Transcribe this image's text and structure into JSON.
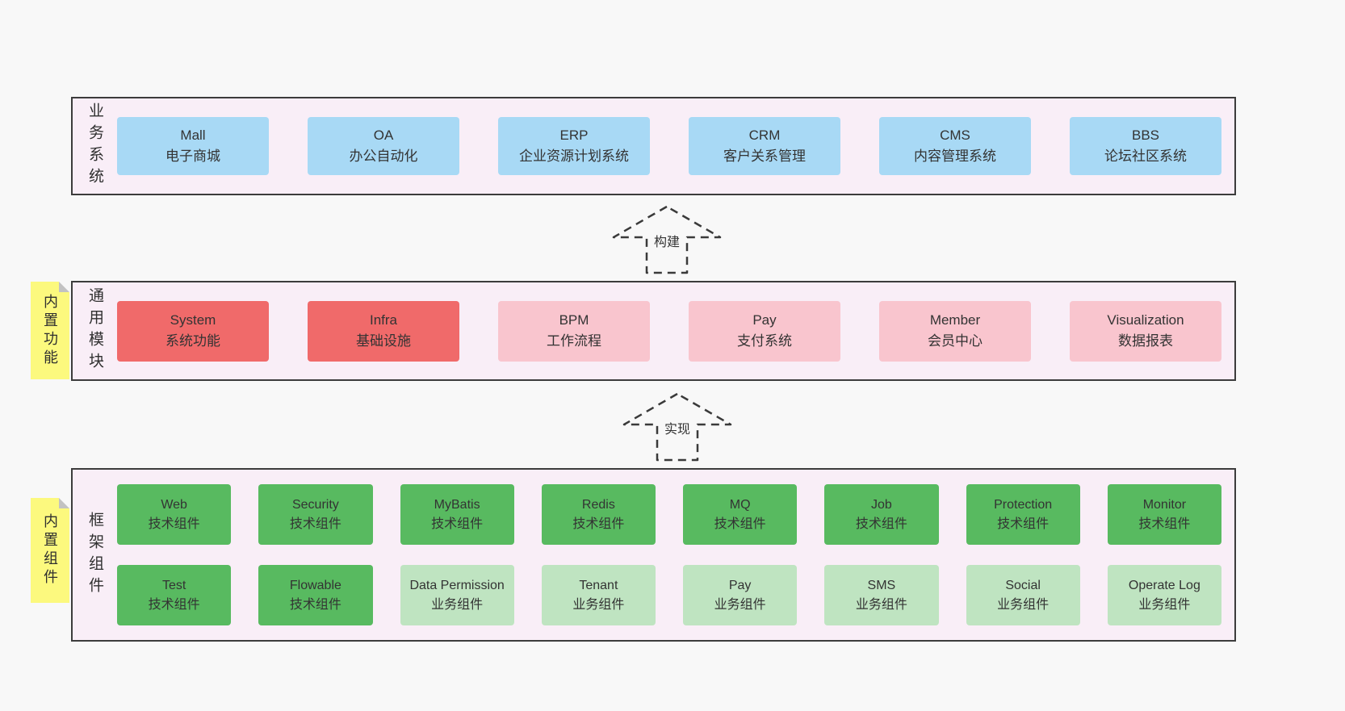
{
  "page": {
    "background": "#f8f8f8"
  },
  "colors": {
    "band_background": "#f9eef7",
    "band_border": "#3c3c3c",
    "blue_box": "#a8d9f5",
    "red_box": "#f06a6a",
    "pink_box": "#f9c5ce",
    "green_dark_box": "#58ba60",
    "green_light_box": "#bfe4c1",
    "sticky_yellow": "#fcf97e",
    "text": "#333333"
  },
  "arrows": [
    {
      "label": "构建"
    },
    {
      "label": "实现"
    }
  ],
  "bands": [
    {
      "label": "业务系统",
      "boxes": [
        {
          "name": "Mall",
          "sub": "电子商城",
          "variant": "blue"
        },
        {
          "name": "OA",
          "sub": "办公自动化",
          "variant": "blue"
        },
        {
          "name": "ERP",
          "sub": "企业资源计划系统",
          "variant": "blue"
        },
        {
          "name": "CRM",
          "sub": "客户关系管理",
          "variant": "blue"
        },
        {
          "name": "CMS",
          "sub": "内容管理系统",
          "variant": "blue"
        },
        {
          "name": "BBS",
          "sub": "论坛社区系统",
          "variant": "blue"
        }
      ]
    },
    {
      "label": "通用模块",
      "sticky": "内置功能",
      "boxes": [
        {
          "name": "System",
          "sub": "系统功能",
          "variant": "red"
        },
        {
          "name": "Infra",
          "sub": "基础设施",
          "variant": "red"
        },
        {
          "name": "BPM",
          "sub": "工作流程",
          "variant": "pink"
        },
        {
          "name": "Pay",
          "sub": "支付系统",
          "variant": "pink"
        },
        {
          "name": "Member",
          "sub": "会员中心",
          "variant": "pink"
        },
        {
          "name": "Visualization",
          "sub": "数据报表",
          "variant": "pink"
        }
      ]
    },
    {
      "label": "框架组件",
      "sticky": "内置组件",
      "rows": [
        [
          {
            "name": "Web",
            "sub": "技术组件",
            "variant": "green-dark"
          },
          {
            "name": "Security",
            "sub": "技术组件",
            "variant": "green-dark"
          },
          {
            "name": "MyBatis",
            "sub": "技术组件",
            "variant": "green-dark"
          },
          {
            "name": "Redis",
            "sub": "技术组件",
            "variant": "green-dark"
          },
          {
            "name": "MQ",
            "sub": "技术组件",
            "variant": "green-dark"
          },
          {
            "name": "Job",
            "sub": "技术组件",
            "variant": "green-dark"
          },
          {
            "name": "Protection",
            "sub": "技术组件",
            "variant": "green-dark"
          },
          {
            "name": "Monitor",
            "sub": "技术组件",
            "variant": "green-dark"
          }
        ],
        [
          {
            "name": "Test",
            "sub": "技术组件",
            "variant": "green-dark"
          },
          {
            "name": "Flowable",
            "sub": "技术组件",
            "variant": "green-dark"
          },
          {
            "name": "Data Permission",
            "sub": "业务组件",
            "variant": "green-light"
          },
          {
            "name": "Tenant",
            "sub": "业务组件",
            "variant": "green-light"
          },
          {
            "name": "Pay",
            "sub": "业务组件",
            "variant": "green-light"
          },
          {
            "name": "SMS",
            "sub": "业务组件",
            "variant": "green-light"
          },
          {
            "name": "Social",
            "sub": "业务组件",
            "variant": "green-light"
          },
          {
            "name": "Operate Log",
            "sub": "业务组件",
            "variant": "green-light"
          }
        ]
      ]
    }
  ]
}
